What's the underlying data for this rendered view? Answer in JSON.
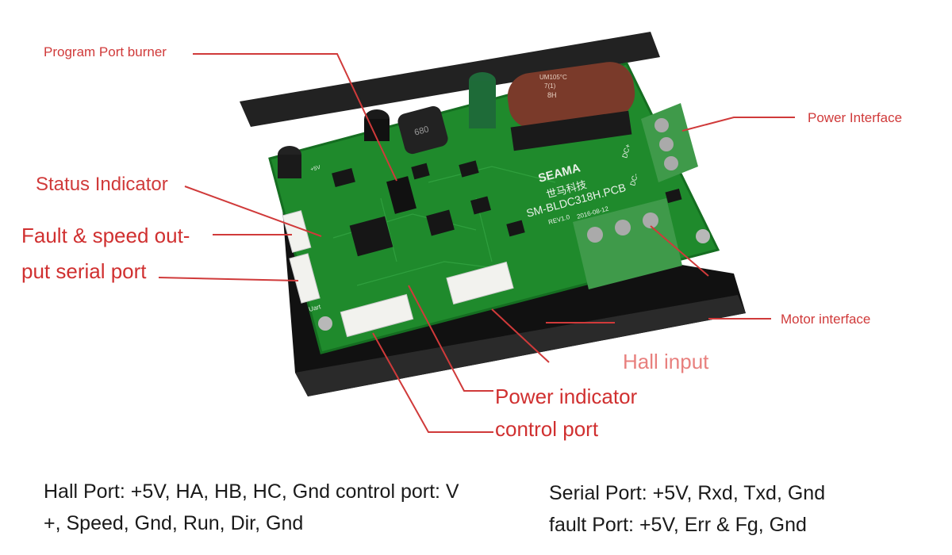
{
  "labels": {
    "program_port": "Program Port burner",
    "power_interface": "Power Interface",
    "status_indicator": "Status Indicator",
    "fault_line1": "Fault & speed out-",
    "fault_line2": "put serial port",
    "motor_interface": "Motor interface",
    "hall_input": "Hall input",
    "power_indicator": "Power indicator",
    "control_port": "control port"
  },
  "board": {
    "brand": "SEAMA",
    "chinese": "世马科技",
    "model": "SM-BLDC318H.PCB",
    "revision": "REV1.0",
    "date": "2016-08-12",
    "uart": "Uart",
    "dc_minus": "DC-",
    "dc_plus": "DC+",
    "inductor": "680",
    "cap_text1": "UM105°C",
    "cap_text2": "7(1)",
    "cap_text3": "8H",
    "pin_5v": "+5V"
  },
  "descriptions": {
    "left_line1": "Hall Port: +5V, HA, HB, HC, Gnd control port: V",
    "left_line2": "+, Speed, Gnd, Run, Dir, Gnd",
    "right_line1": "Serial Port: +5V, Rxd, Txd, Gnd",
    "right_line2": "fault Port: +5V, Err & Fg, Gnd"
  },
  "colors": {
    "label_red": "#d03a3a",
    "label_pink": "#e8807e",
    "pcb_green": "#1f8a2c",
    "heatsink": "#141414",
    "terminal_green": "#3f9a4a",
    "capacitor_brown": "#7a3a2a"
  }
}
